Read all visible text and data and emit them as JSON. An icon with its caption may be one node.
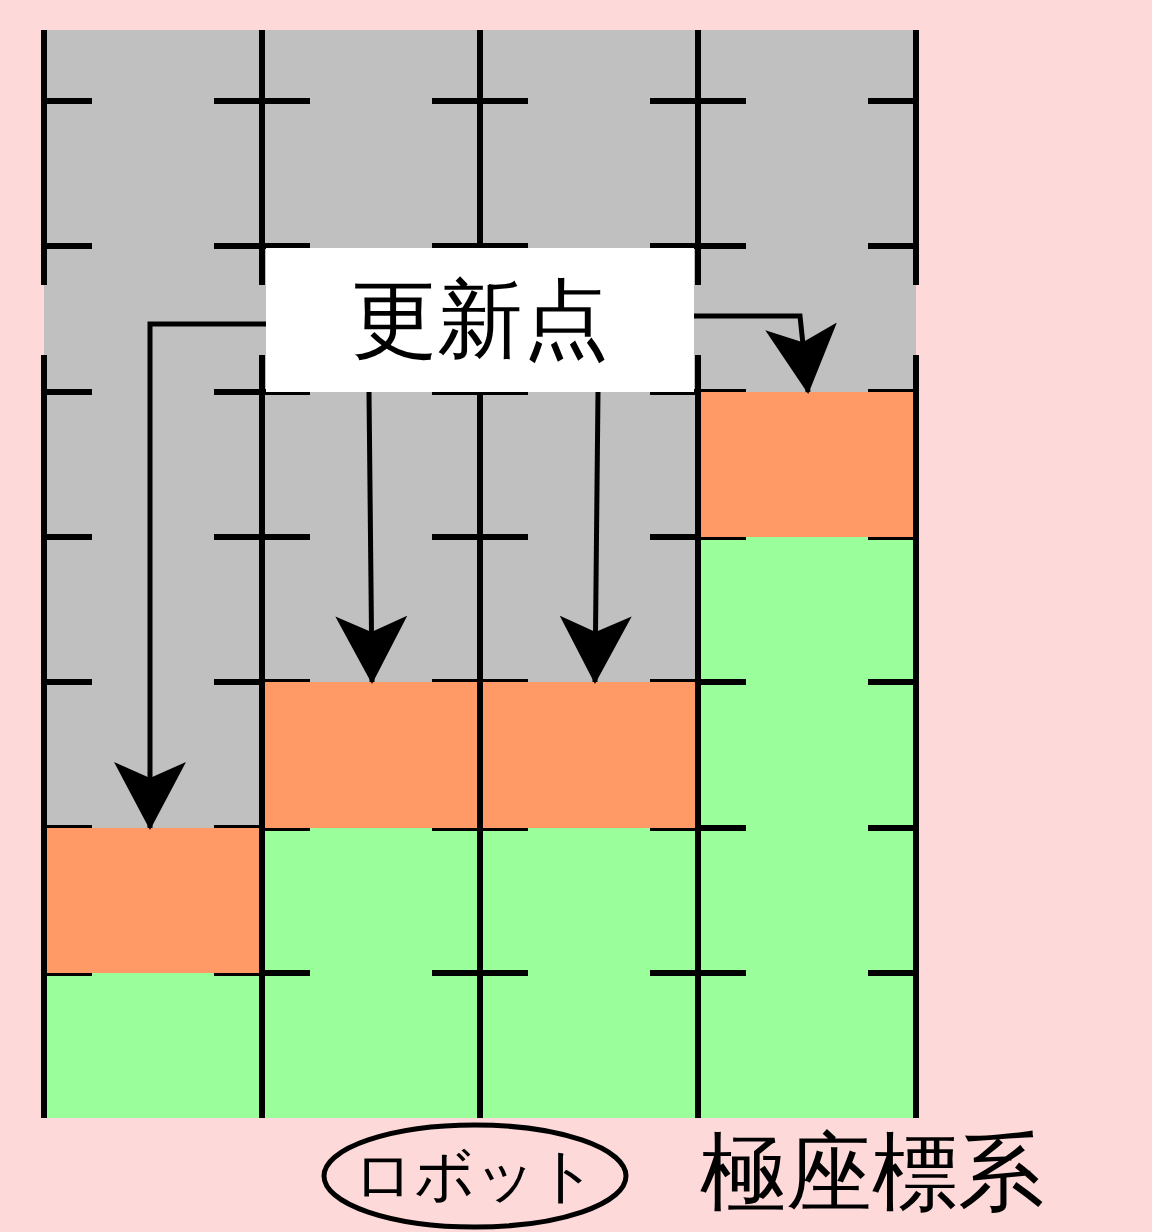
{
  "diagram": {
    "nodes": [
      {
        "text": [
          "更新点"
        ]
      },
      {
        "text": [],
        "shape": "box"
      },
      {
        "text": [],
        "shape": "box"
      },
      {
        "text": [],
        "shape": "box"
      },
      {
        "text": [],
        "shape": "box"
      },
      {
        "text": [
          "ロボット"
        ]
      }
    ],
    "edges": [
      {
        "from": 0,
        "to": 1,
        "arrow": "to"
      },
      {
        "from": 0,
        "to": 2,
        "arrow": "to"
      },
      {
        "from": 0,
        "to": 3,
        "arrow": "to"
      },
      {
        "from": 0,
        "to": 4,
        "arrow": "to"
      }
    ],
    "labels": [
      "極座標系"
    ]
  }
}
